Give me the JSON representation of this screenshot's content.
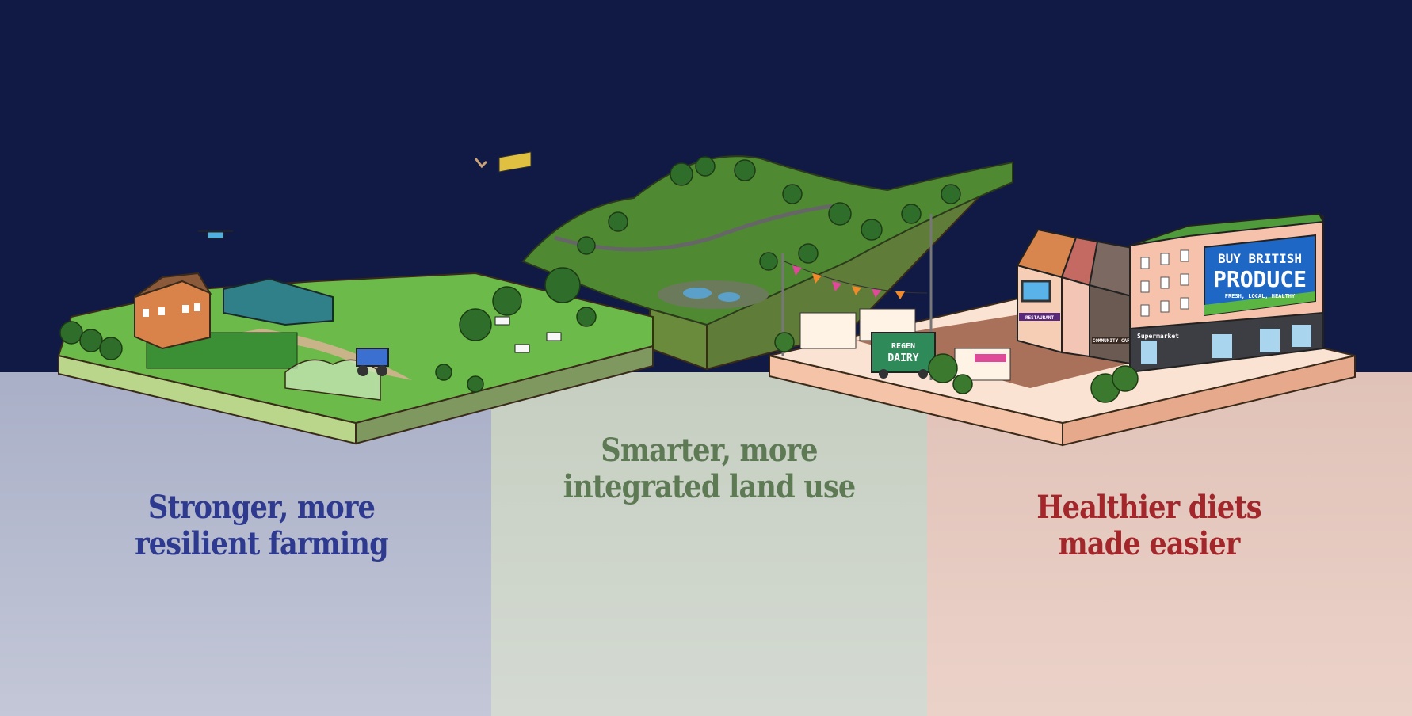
{
  "headings": {
    "farming": {
      "line1": "Stronger, more",
      "line2": "resilient farming"
    },
    "land_use": {
      "line1": "Smarter, more",
      "line2": "integrated land use"
    },
    "diets": {
      "line1": "Healthier diets",
      "line2": "made easier"
    }
  },
  "illustration": {
    "billboard": {
      "line1": "BUY BRITISH",
      "line2": "PRODUCE",
      "line3": "FRESH, LOCAL, HEALTHY"
    },
    "van_label": {
      "line1": "REGEN",
      "line2": "DAIRY"
    },
    "shop_signs": {
      "restaurant": "RESTAURANT",
      "cafe": "COMMUNITY CAFE",
      "supermarket": "Supermarket"
    }
  },
  "colors": {
    "sky": "#111a44",
    "farming": "#2e3a8f",
    "land_use": "#5d7a54",
    "diets": "#a3262b"
  }
}
